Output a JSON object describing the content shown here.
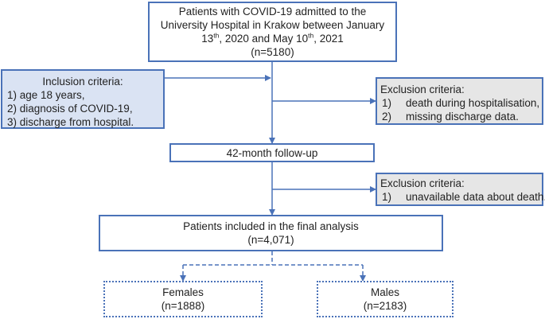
{
  "top_box": {
    "line1": "Patients with COVID-19 admitted to the",
    "line2": "University Hospital in Krakow between January",
    "line3_pre": "13",
    "line3_sup1": "th",
    "line3_mid": ", 2020 and May 10",
    "line3_sup2": "th",
    "line3_post": ", 2021",
    "line4": "(n=5180)"
  },
  "inclusion": {
    "heading": "Inclusion criteria:",
    "items": [
      "1) age 18 years,",
      "2) diagnosis of COVID-19,",
      "3) discharge from hospital."
    ]
  },
  "exclusion1": {
    "heading": "Exclusion criteria:",
    "items": [
      {
        "num": "1)",
        "text": "death during hospitalisation,"
      },
      {
        "num": "2)",
        "text": "missing discharge data."
      }
    ]
  },
  "followup": {
    "label": "42-month follow-up"
  },
  "exclusion2": {
    "heading": "Exclusion criteria:",
    "items": [
      {
        "num": "1)",
        "text": "unavailable data about death."
      }
    ]
  },
  "final": {
    "line1": "Patients included in the final analysis",
    "line2": "(n=4,071)"
  },
  "females": {
    "label": "Females",
    "count": "(n=1888)"
  },
  "males": {
    "label": "Males",
    "count": "(n=2183)"
  },
  "colors": {
    "border": "#4a72b8",
    "inclusion_fill": "#dae3f3",
    "exclusion_fill": "#e6e6e6"
  }
}
